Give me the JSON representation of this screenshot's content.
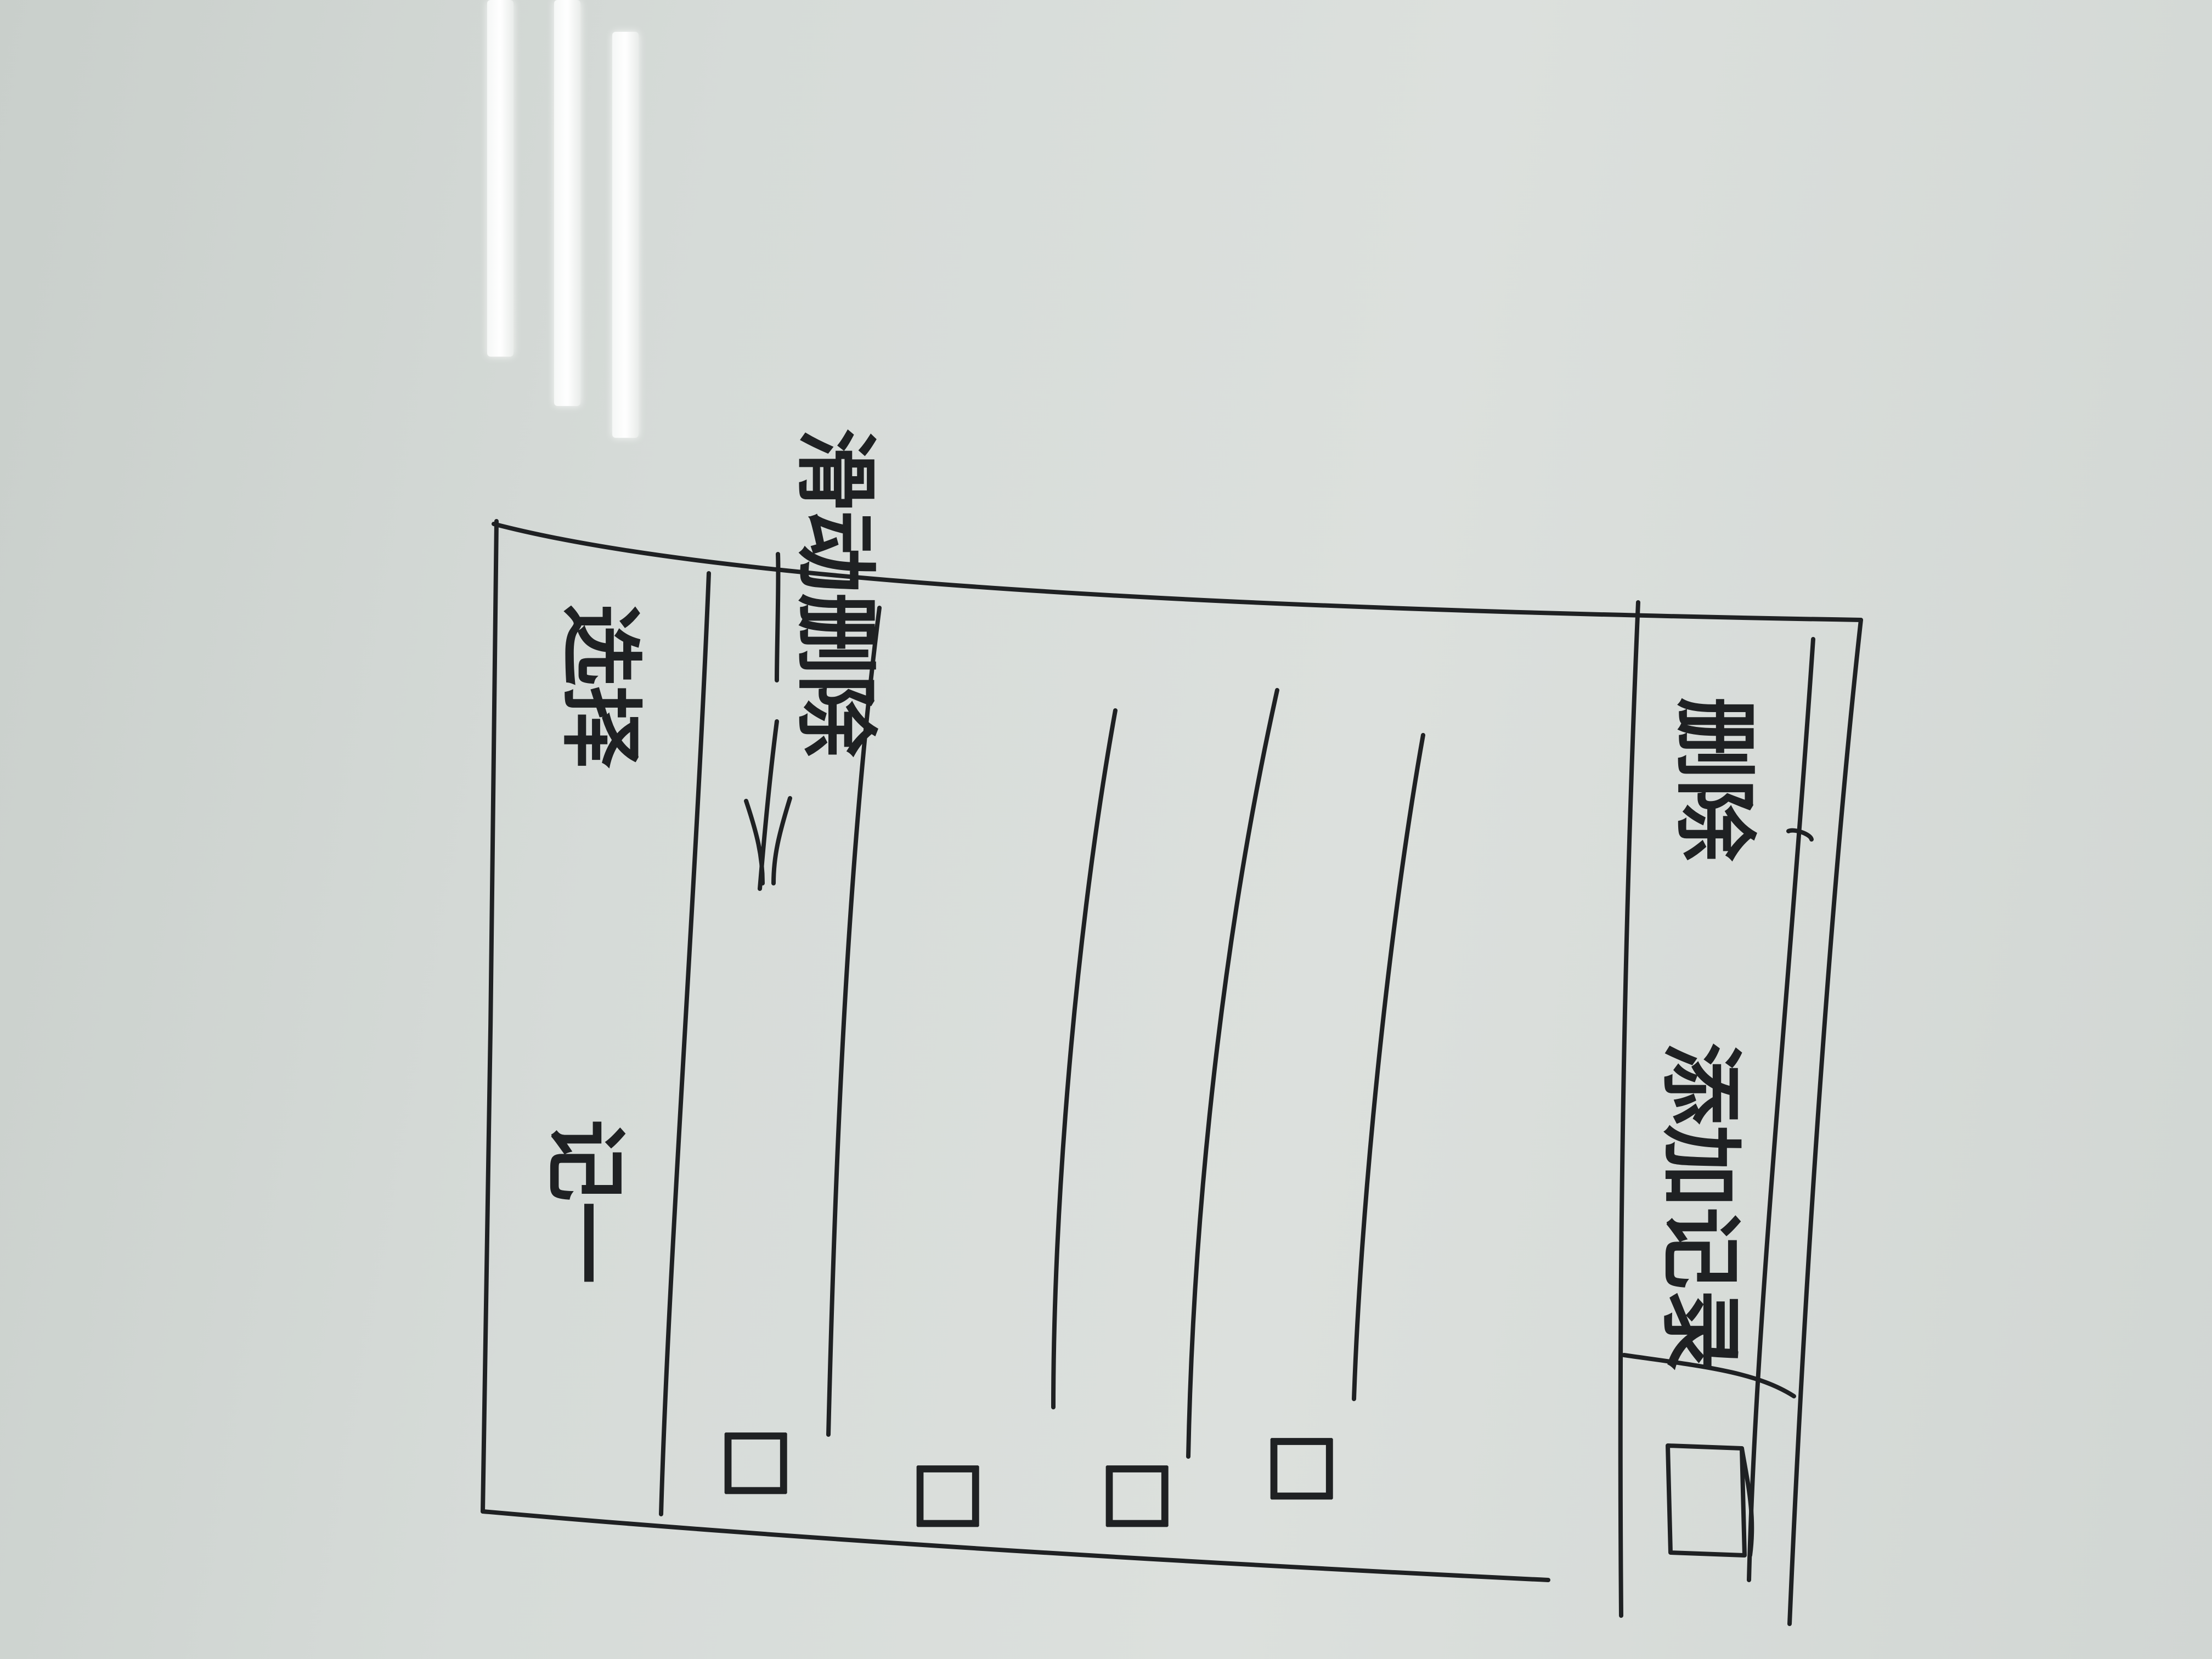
{
  "whiteboard": {
    "sketch": {
      "header": {
        "title": "记一",
        "action": "选择"
      },
      "list": {
        "rows": [
          {
            "icon": "☐"
          },
          {
            "icon": "☐"
          },
          {
            "icon": "☐"
          },
          {
            "icon": "☐"
          }
        ]
      },
      "footer": {
        "left_label": "添加记录",
        "right_label": "删除"
      },
      "notes": {
        "swipe_note": "滑动删除"
      }
    }
  },
  "colors": {
    "board": "#d7dcd9",
    "marker": "#1f2123",
    "light": "#ffffff"
  }
}
